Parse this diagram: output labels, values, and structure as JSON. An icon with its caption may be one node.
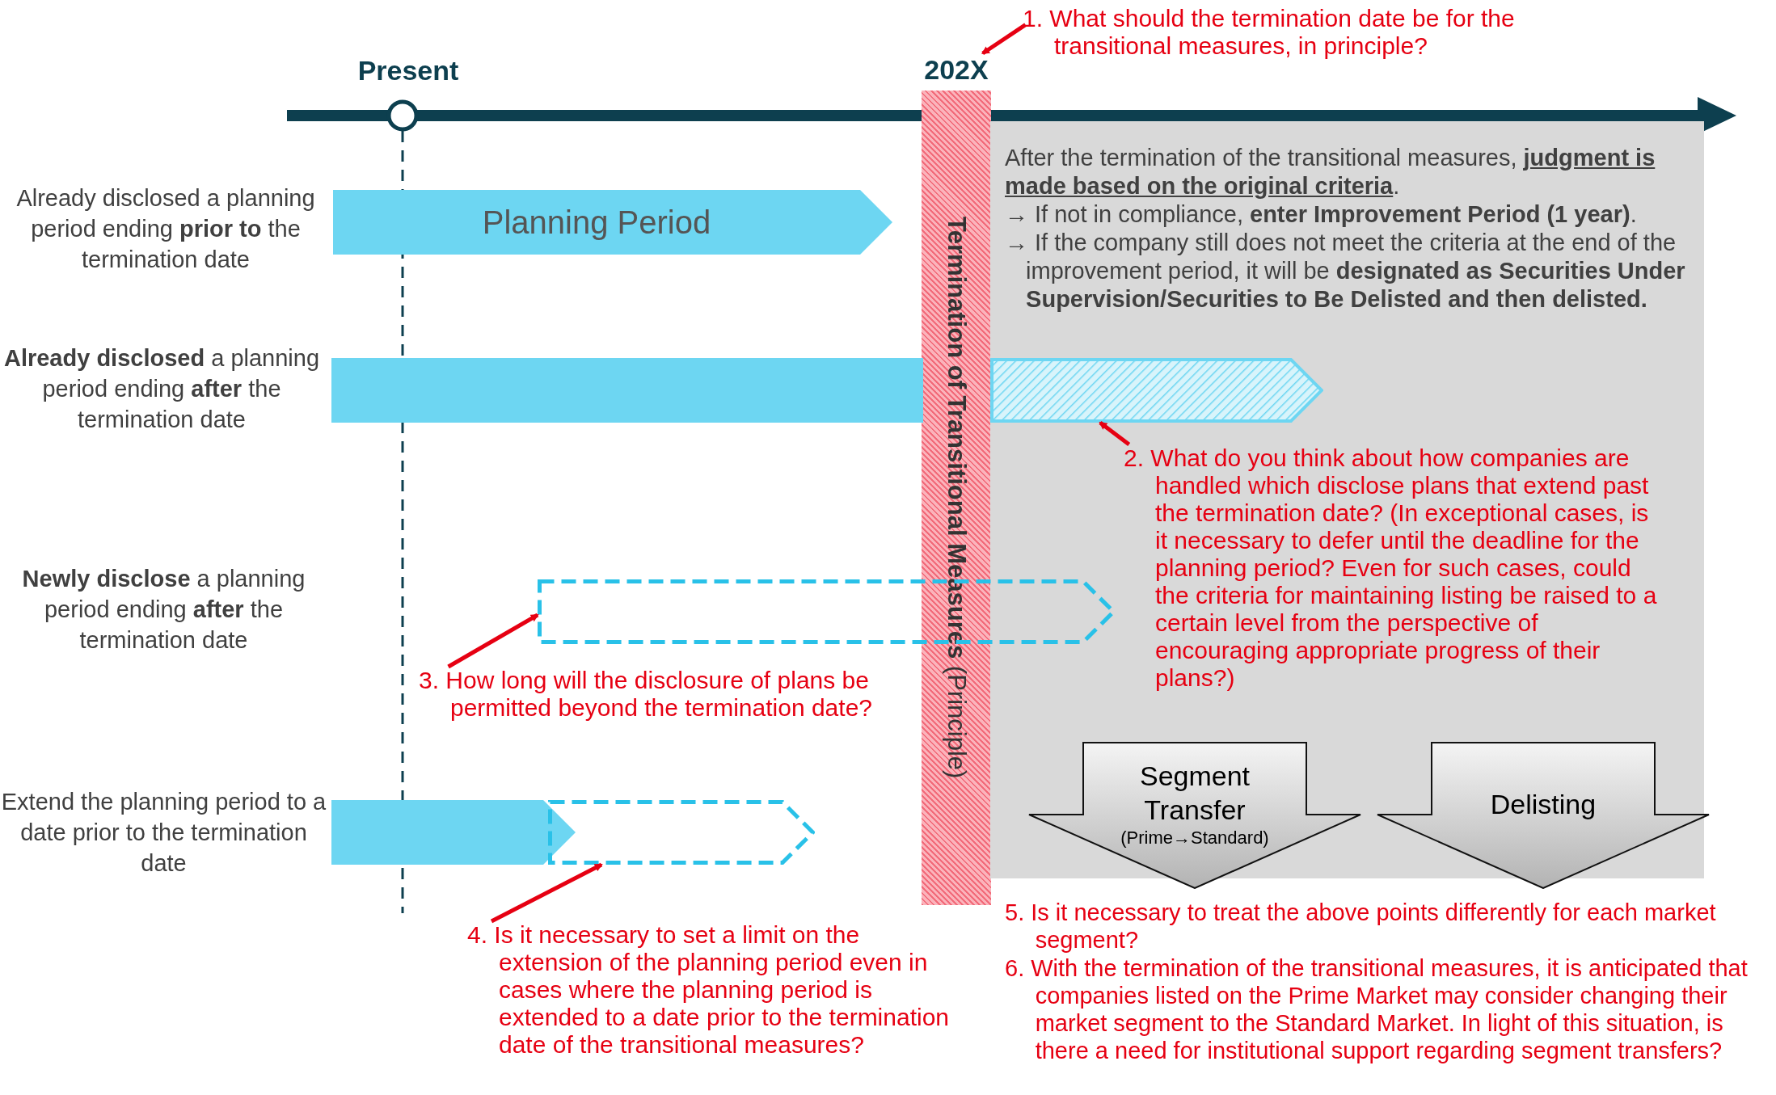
{
  "diagram": {
    "nodes": [
      {
        "text": [
          "1. What should the termination date be for the transitional measures, in principle?"
        ]
      },
      {
        "text": [
          "202X",
          "**Termination of Transitional Measures** (Principle)"
        ]
      },
      {
        "text": [
          "After the termination of the transitional measures, **judgment is made based on the original criteria**.",
          "→ If not in compliance, **enter Improvement Period (1 year)**.",
          "→ If the company still does not meet the criteria at the end of the improvement period, it will be **designated as Securities Under Supervision/Securities to Be Delisted and then delisted.**"
        ]
      },
      {
        "text": [
          "Planning Period"
        ]
      },
      {
        "text": [],
        "shape": "bar"
      },
      {
        "text": [],
        "shape": "bar",
        "in": 2
      },
      {
        "text": [
          "2. What do you think about how companies are handled which disclose plans that extend past the termination date? (In exceptional cases, is it necessary to defer until the deadline for the planning period? Even for such cases, could the criteria for maintaining listing be raised to a certain level from the perspective of encouraging appropriate progress of their plans?)"
        ],
        "in": 2
      },
      {
        "text": [],
        "shape": "bar"
      },
      {
        "text": [
          "3. How long will the disclosure of plans be permitted beyond the termination date?"
        ]
      },
      {
        "text": [],
        "shape": "bar"
      },
      {
        "text": [],
        "shape": "bar"
      },
      {
        "text": [
          "4. Is it necessary to set a limit on the extension of the planning period even in cases where the planning period is extended to a date prior to the termination date of the transitional measures?"
        ]
      },
      {
        "text": [
          "Segment Transfer",
          "(Prime→Standard)"
        ],
        "in": 2
      },
      {
        "text": [
          "Delisting"
        ],
        "in": 2
      }
    ],
    "edges": [
      {
        "from": 0,
        "to": 1,
        "arrow": "to"
      },
      {
        "from": 6,
        "to": 5,
        "arrow": "to"
      },
      {
        "from": 8,
        "to": 7,
        "arrow": "to"
      },
      {
        "from": 11,
        "to": 10,
        "arrow": "to"
      }
    ],
    "labels": [
      "Present",
      "Already disclosed a planning period ending **prior to** the termination date",
      "**Already disclosed** a planning period ending **after** the termination date",
      "**Newly disclose** a planning period ending **after** the termination date",
      "Extend the planning period to a date prior to the termination date",
      "5. Is it necessary to treat the above points differently for each market segment?",
      "6. With the termination of the transitional measures, it is anticipated that companies listed on the Prime Market may consider changing their market segment to the Standard Market. In light of this situation, is there a need for institutional support regarding segment transfers?"
    ]
  }
}
